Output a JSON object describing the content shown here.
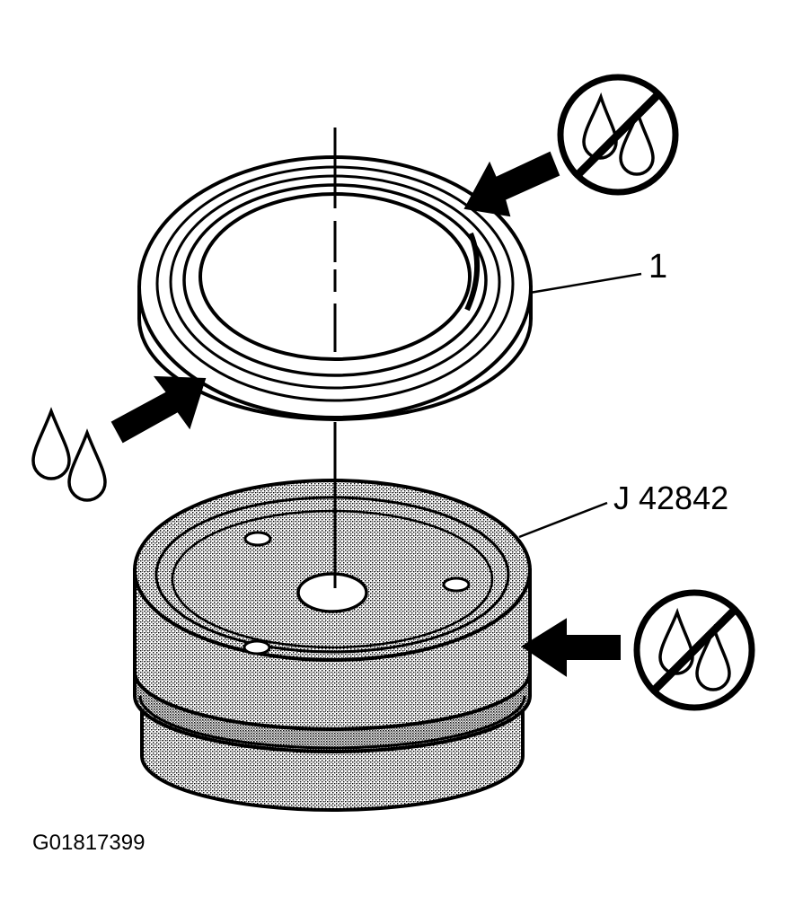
{
  "diagram": {
    "callouts": {
      "seal": "1",
      "tool": "J 42842"
    },
    "figure_id": "G01817399",
    "icons": [
      "no-lubricant-icon",
      "lubricant-drops-icon",
      "no-lubricant-icon"
    ],
    "colors": {
      "ink": "#000000",
      "paper": "#ffffff",
      "tool_shade": "#9a9a9a"
    }
  }
}
